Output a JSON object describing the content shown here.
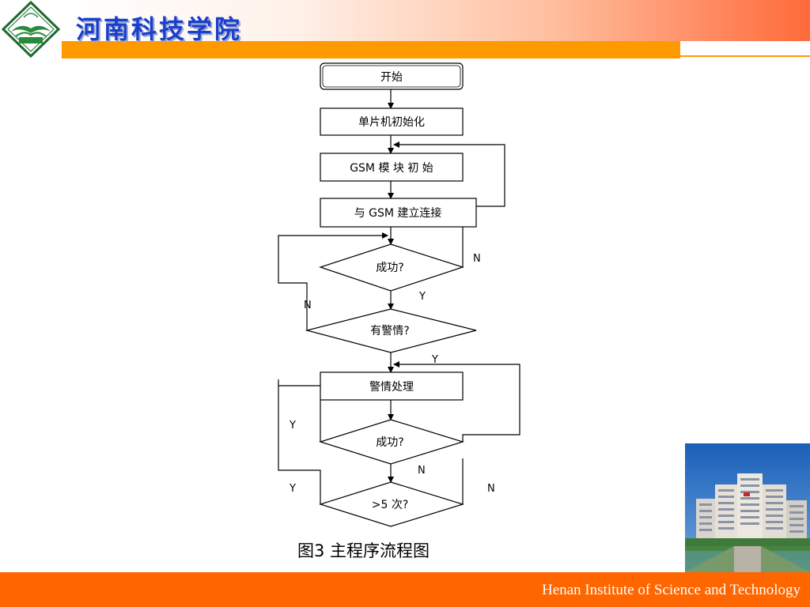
{
  "header": {
    "school_name": "河南科技学院",
    "logo": {
      "icon": "hist-emblem-icon"
    }
  },
  "diagram": {
    "nodes": {
      "start": "开始",
      "init_mcu": "单片机初始化",
      "gsm_init": "GSM  模 块 初 始",
      "connect_gsm": "与 GSM 建立连接",
      "success_1": "成功?",
      "has_alarm": "有警情?",
      "alarm_handle": "警情处理",
      "success_2": "成功?",
      "over_5": ">5 次?"
    },
    "edge_labels": {
      "n_1": "N",
      "y_1": "Y",
      "n_2": "N",
      "y_2": "Y",
      "y_3": "Y",
      "n_3": "N",
      "y_4": "Y",
      "n_4": "N"
    },
    "caption": "图3 主程序流程图"
  },
  "photo": {
    "icon": "campus-building-photo"
  },
  "footer": {
    "text": "Henan Institute of Science and Technology"
  }
}
